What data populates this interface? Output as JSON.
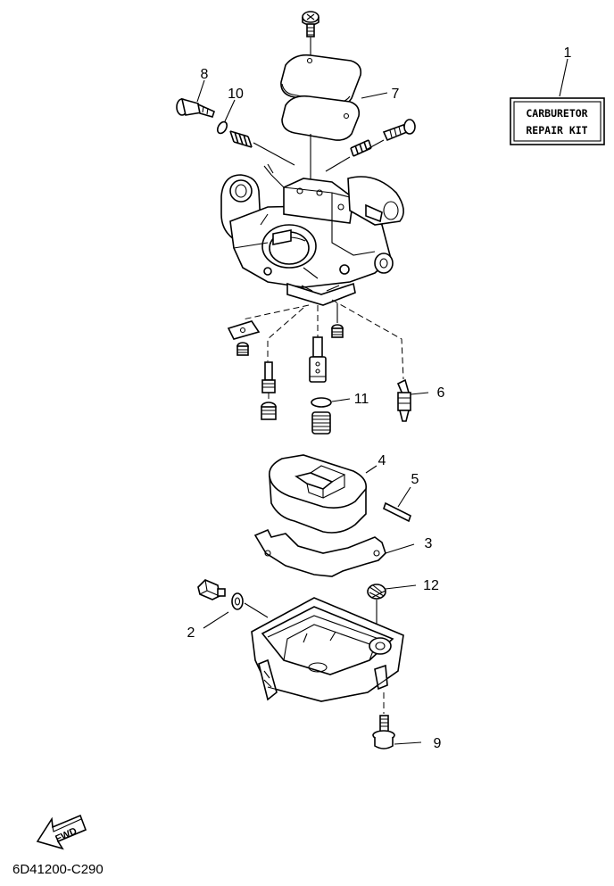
{
  "kit_box": {
    "line1": "CARBURETOR",
    "line2": "REPAIR KIT"
  },
  "callouts": [
    "1",
    "2",
    "3",
    "4",
    "5",
    "6",
    "7",
    "8",
    "9",
    "10",
    "11",
    "12"
  ],
  "direction_badge": "FWD",
  "diagram_code": "6D41200-C290"
}
